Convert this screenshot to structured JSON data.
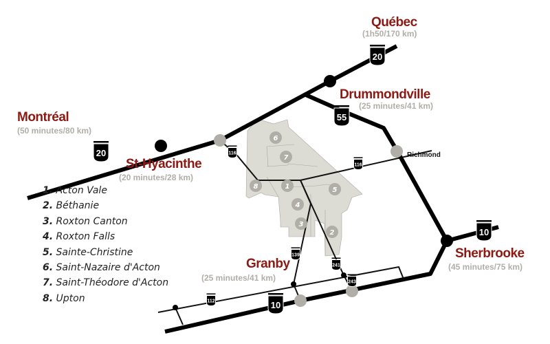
{
  "cities": [
    {
      "name": "Québec",
      "distance": "(1h50/170 km)"
    },
    {
      "name": "Drummondville",
      "distance": "(25 minutes/41 km)"
    },
    {
      "name": "Montréal",
      "distance": "(50 minutes/80 km)"
    },
    {
      "name": "St-Hyacinthe",
      "distance": "(20 minutes/28 km)"
    },
    {
      "name": "Granby",
      "distance": "(25 minutes/41 km)"
    },
    {
      "name": "Sherbrooke",
      "distance": "(45 minutes/75 km)"
    }
  ],
  "towns": {
    "richmond": "Richmond"
  },
  "highways": {
    "a20": "20",
    "a55": "55",
    "a10": "10",
    "r116": "116",
    "r139": "139",
    "r241": "241",
    "r243": "243",
    "r112": "112"
  },
  "legend": [
    {
      "num": "1.",
      "name": "Acton Vale"
    },
    {
      "num": "2.",
      "name": "Béthanie"
    },
    {
      "num": "3.",
      "name": "Roxton Canton"
    },
    {
      "num": "4.",
      "name": "Roxton Falls"
    },
    {
      "num": "5.",
      "name": "Sainte-Christine"
    },
    {
      "num": "6.",
      "name": "Saint-Nazaire d'Acton"
    },
    {
      "num": "7.",
      "name": "Saint-Théodore d'Acton"
    },
    {
      "num": "8.",
      "name": "Upton"
    }
  ],
  "region_numbers": [
    "1",
    "2",
    "3",
    "4",
    "5",
    "6",
    "7",
    "8"
  ],
  "colors": {
    "city": "#8b1a14",
    "distance": "#b0aea6",
    "region": "#dcdbd4",
    "node": "#b0aea6"
  }
}
